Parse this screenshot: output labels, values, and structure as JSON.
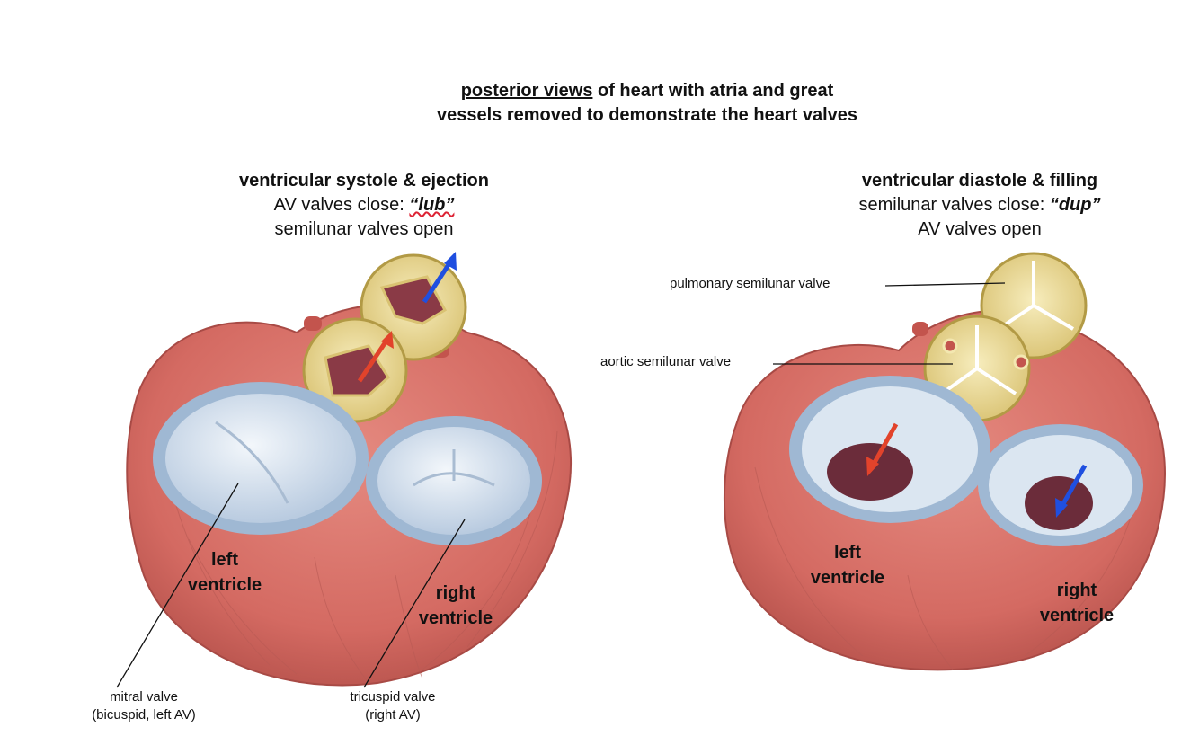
{
  "title": {
    "underlined": "posterior views",
    "line1_rest": " of heart with atria and great",
    "line2": "vessels removed to demonstrate the heart valves"
  },
  "left_panel": {
    "heading": "ventricular systole & ejection",
    "line2_prefix": "AV valves close: ",
    "line2_sound": "“lub”",
    "line3": "semilunar valves open",
    "left_ventricle": [
      "left",
      "ventricle"
    ],
    "right_ventricle": [
      "right",
      "ventricle"
    ],
    "mitral_label": [
      "mitral valve",
      "(bicuspid, left AV)"
    ],
    "tricuspid_label": [
      "tricuspid valve",
      "(right AV)"
    ]
  },
  "right_panel": {
    "heading": "ventricular diastole & filling",
    "line2_prefix": "semilunar valves close: ",
    "line2_sound": "“dup”",
    "line3": "AV valves open",
    "pulmonary_label": "pulmonary semilunar valve",
    "aortic_label": "aortic semilunar valve",
    "left_ventricle": [
      "left",
      "ventricle"
    ],
    "right_ventricle": [
      "right",
      "ventricle"
    ]
  },
  "colors": {
    "muscle": "#d9726a",
    "muscle_dark": "#b8524c",
    "valve_blue": "#c9d9ea",
    "valve_rim": "#9fb8d3",
    "semilunar_yellow": "#f0e2a0",
    "arrow_red": "#e2432b",
    "arrow_blue": "#1f4fe0"
  }
}
